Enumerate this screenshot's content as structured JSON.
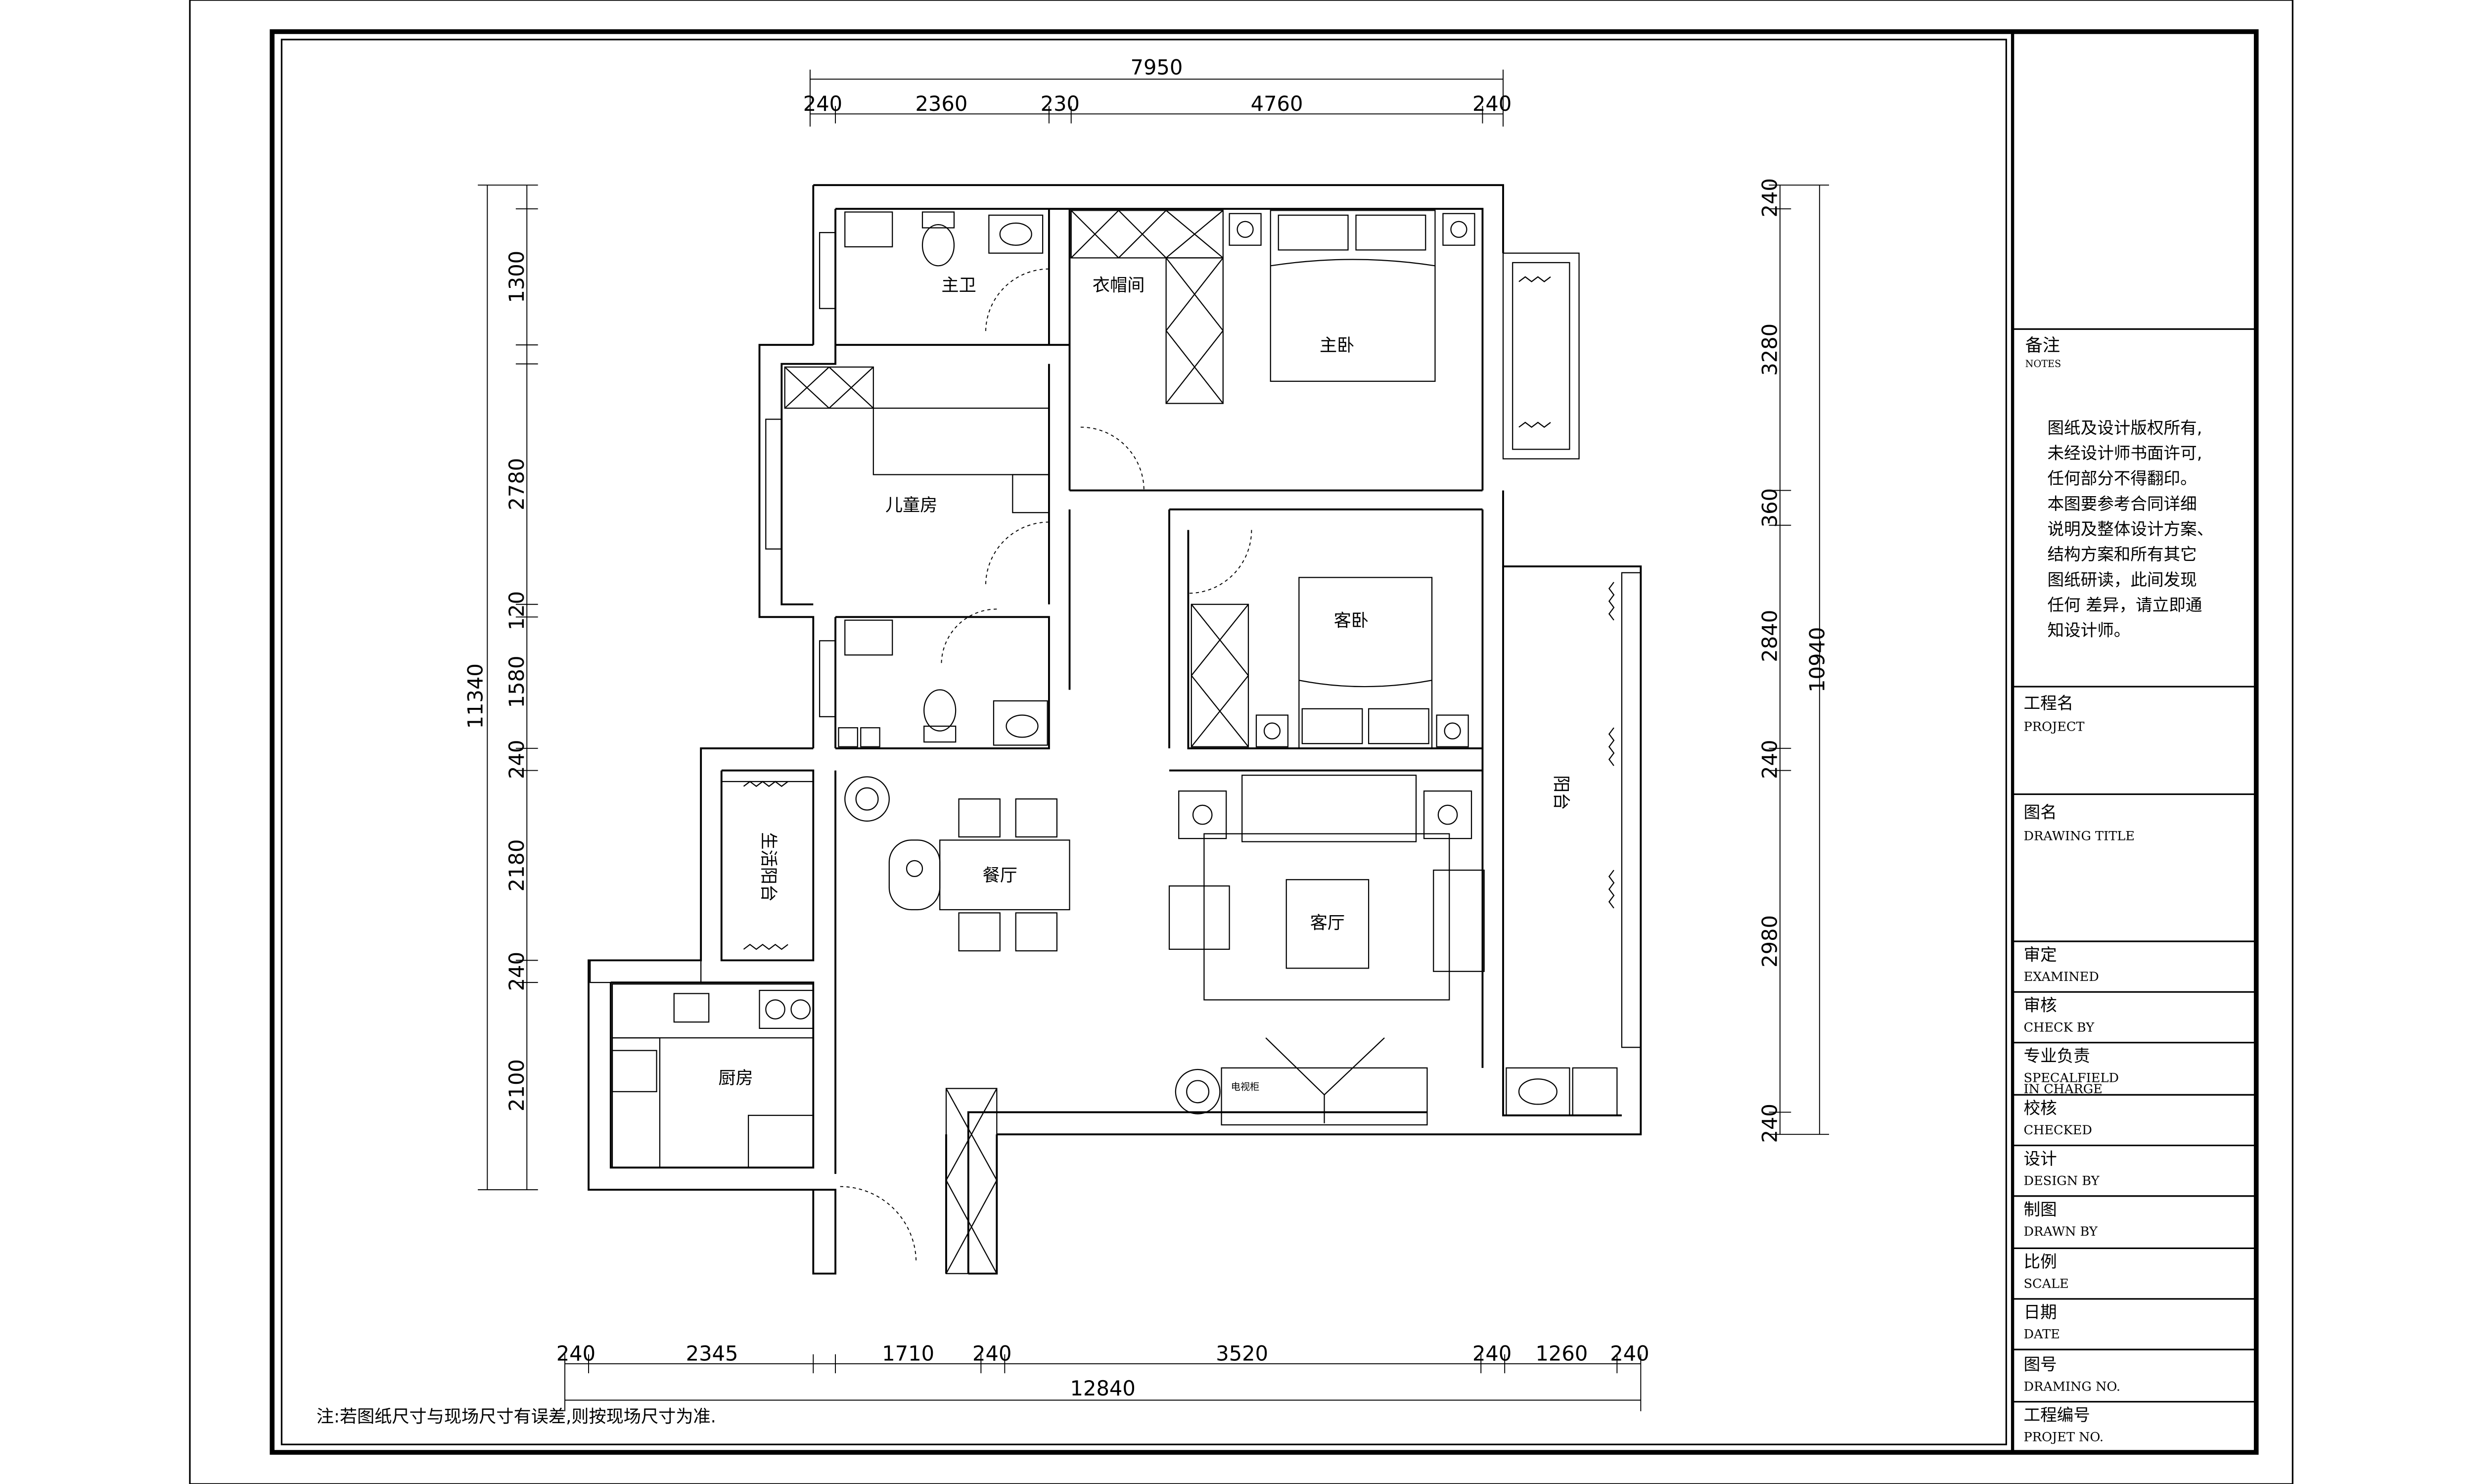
{
  "sheet": {
    "note": "注:若图纸尺寸与现场尺寸有误差,则按现场尺寸为准."
  },
  "rooms": {
    "master_bath": "主卫",
    "wardrobe": "衣帽间",
    "master_bedroom": "主卧",
    "kids_room": "儿童房",
    "guest_bedroom": "客卧",
    "balcony": "阳台",
    "utility_balcony": "生活阳台",
    "dining": "餐厅",
    "living": "客厅",
    "kitchen": "厨房",
    "tv_cabinet": "电视柜"
  },
  "dimensions": {
    "top_total": "7950",
    "top_segments": [
      "240",
      "2360",
      "230",
      "4760",
      "240"
    ],
    "bottom_total": "12840",
    "bottom_segments": [
      "240",
      "2345",
      "1710",
      "240",
      "3520",
      "240",
      "1260",
      "240"
    ],
    "left_total": "11340",
    "left_segments": [
      "1300",
      "2780",
      "120",
      "1580",
      "240",
      "2180",
      "240",
      "2100"
    ],
    "right_total": "10940",
    "right_segments": [
      "240",
      "3280",
      "360",
      "2840",
      "240",
      "2980",
      "240"
    ]
  },
  "title_block": {
    "notes_label": "备注",
    "notes_label_en": "NOTES",
    "notes_text": [
      "图纸及设计版权所有,",
      "未经设计师书面许可,",
      "任何部分不得翻印。",
      "本图要参考合同详细",
      "说明及整体设计方案、",
      "结构方案和所有其它",
      "图纸研读，此间发现",
      "任何 差异，请立即通",
      "知设计师。"
    ],
    "rows": [
      {
        "cn": "工程名",
        "en": "PROJECT"
      },
      {
        "cn": "图名",
        "en": "DRAWING  TITLE"
      },
      {
        "cn": "审定",
        "en": "EXAMINED"
      },
      {
        "cn": "审核",
        "en": "CHECK  BY"
      },
      {
        "cn": "专业负责",
        "en": "SPECALFIELD",
        "en2": "IN  CHARGE"
      },
      {
        "cn": "校核",
        "en": "CHECKED"
      },
      {
        "cn": "设计",
        "en": "DESIGN  BY"
      },
      {
        "cn": "制图",
        "en": "DRAWN  BY"
      },
      {
        "cn": "比例",
        "en": "SCALE"
      },
      {
        "cn": "日期",
        "en": "DATE"
      },
      {
        "cn": "图号",
        "en": "DRAMING  NO."
      },
      {
        "cn": "工程编号",
        "en": "PROJET  NO."
      }
    ]
  }
}
